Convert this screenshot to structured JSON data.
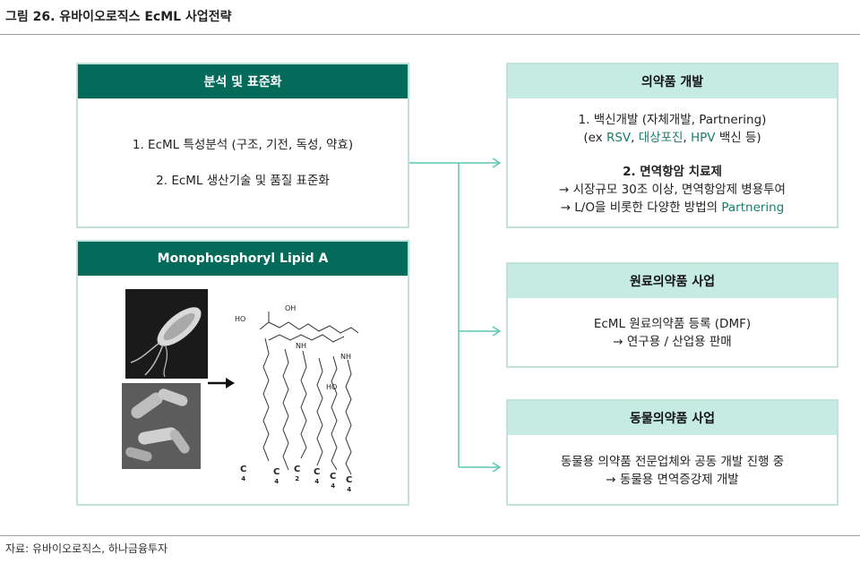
{
  "figure": {
    "title": "그림 26. 유바이오로직스 EcML 사업전략",
    "source": "자료: 유바이오로직스, 하나금융투자"
  },
  "analysis_box": {
    "header": "분석 및 표준화",
    "line1": "1. EcML 특성분석 (구조, 기전, 독성, 약효)",
    "line2": "2. EcML 생산기술 및 품질 표준화"
  },
  "mpla_box": {
    "header": "Monophosphoryl Lipid A",
    "subscripts": [
      "C",
      "4",
      "C",
      "4",
      "C",
      "2",
      "C",
      "4",
      "C",
      "4",
      "C",
      "4"
    ],
    "chem_labels": [
      "HO",
      "OH",
      "NH",
      "NH",
      "HO"
    ]
  },
  "pharma_box": {
    "header": "의약품 개발",
    "item1_title": "1. 백신개발 (자체개발, Partnering)",
    "item1_prefix": "(ex ",
    "item1_hl1": "RSV",
    "item1_sep1": ", ",
    "item1_hl2": "대상포진",
    "item1_sep2": ", ",
    "item1_hl3": "HPV",
    "item1_suffix": " 백신 등)",
    "item2_title": "2. 면역항암 치료제",
    "item2_line1": "→ 시장규모 30조 이상, 면역항암제 병용투여",
    "item2_line2_prefix": "→ L/O을 비롯한 다양한 방법의 ",
    "item2_line2_hl": "Partnering"
  },
  "api_box": {
    "header": "원료의약품 사업",
    "line1": "EcML 원료의약품 등록 (DMF)",
    "line2": "→ 연구용 / 산업용 판매"
  },
  "animal_box": {
    "header": "동물의약품 사업",
    "line1": "동물용 의약품 전문업체와 공동 개발 진행 중",
    "line2": "→ 동물용 면역증강제 개발"
  },
  "colors": {
    "dark_header": "#046b5b",
    "light_header": "#c6ebe3",
    "border": "#bfe3db",
    "connector": "#5fc5b4",
    "highlight": "#1a7d6a"
  }
}
